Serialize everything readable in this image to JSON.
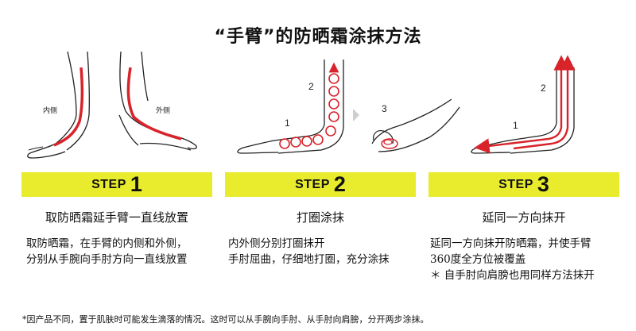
{
  "title": "“手臂”的防晒霜涂抹方法",
  "labels": {
    "inner": "内侧",
    "outer": "外侧"
  },
  "steps": [
    {
      "word": "STEP",
      "num": "1",
      "subtitle": "取防晒霜延手臂一直线放置",
      "desc": [
        "取防晒霜，在手臂的内侧和外侧，",
        "分别从手腕向手肘方向一直线放置"
      ],
      "markers": []
    },
    {
      "word": "STEP",
      "num": "2",
      "subtitle": "打圈涂抹",
      "desc": [
        "内外侧分别打圈抹开",
        "手肘屈曲，仔细地打圈，充分涂抹"
      ],
      "markers": [
        "1",
        "2",
        "3"
      ]
    },
    {
      "word": "STEP",
      "num": "3",
      "subtitle": "延同一方向抹开",
      "desc": [
        "延同一方向抹开防晒霜，并使手臂",
        "360度全方位被覆盖",
        "＊  自手肘向肩膀也用同样方法抹开"
      ],
      "markers": [
        "1",
        "2"
      ]
    }
  ],
  "footnote": "*因产品不同，置于肌肤时可能发生滴落的情况。这时可以从手腕向手肘、从手肘向肩膀，分开两步涂抹。",
  "colors": {
    "accent": "#e8ec2d",
    "arrow": "#d8232a",
    "line": "#222222"
  }
}
